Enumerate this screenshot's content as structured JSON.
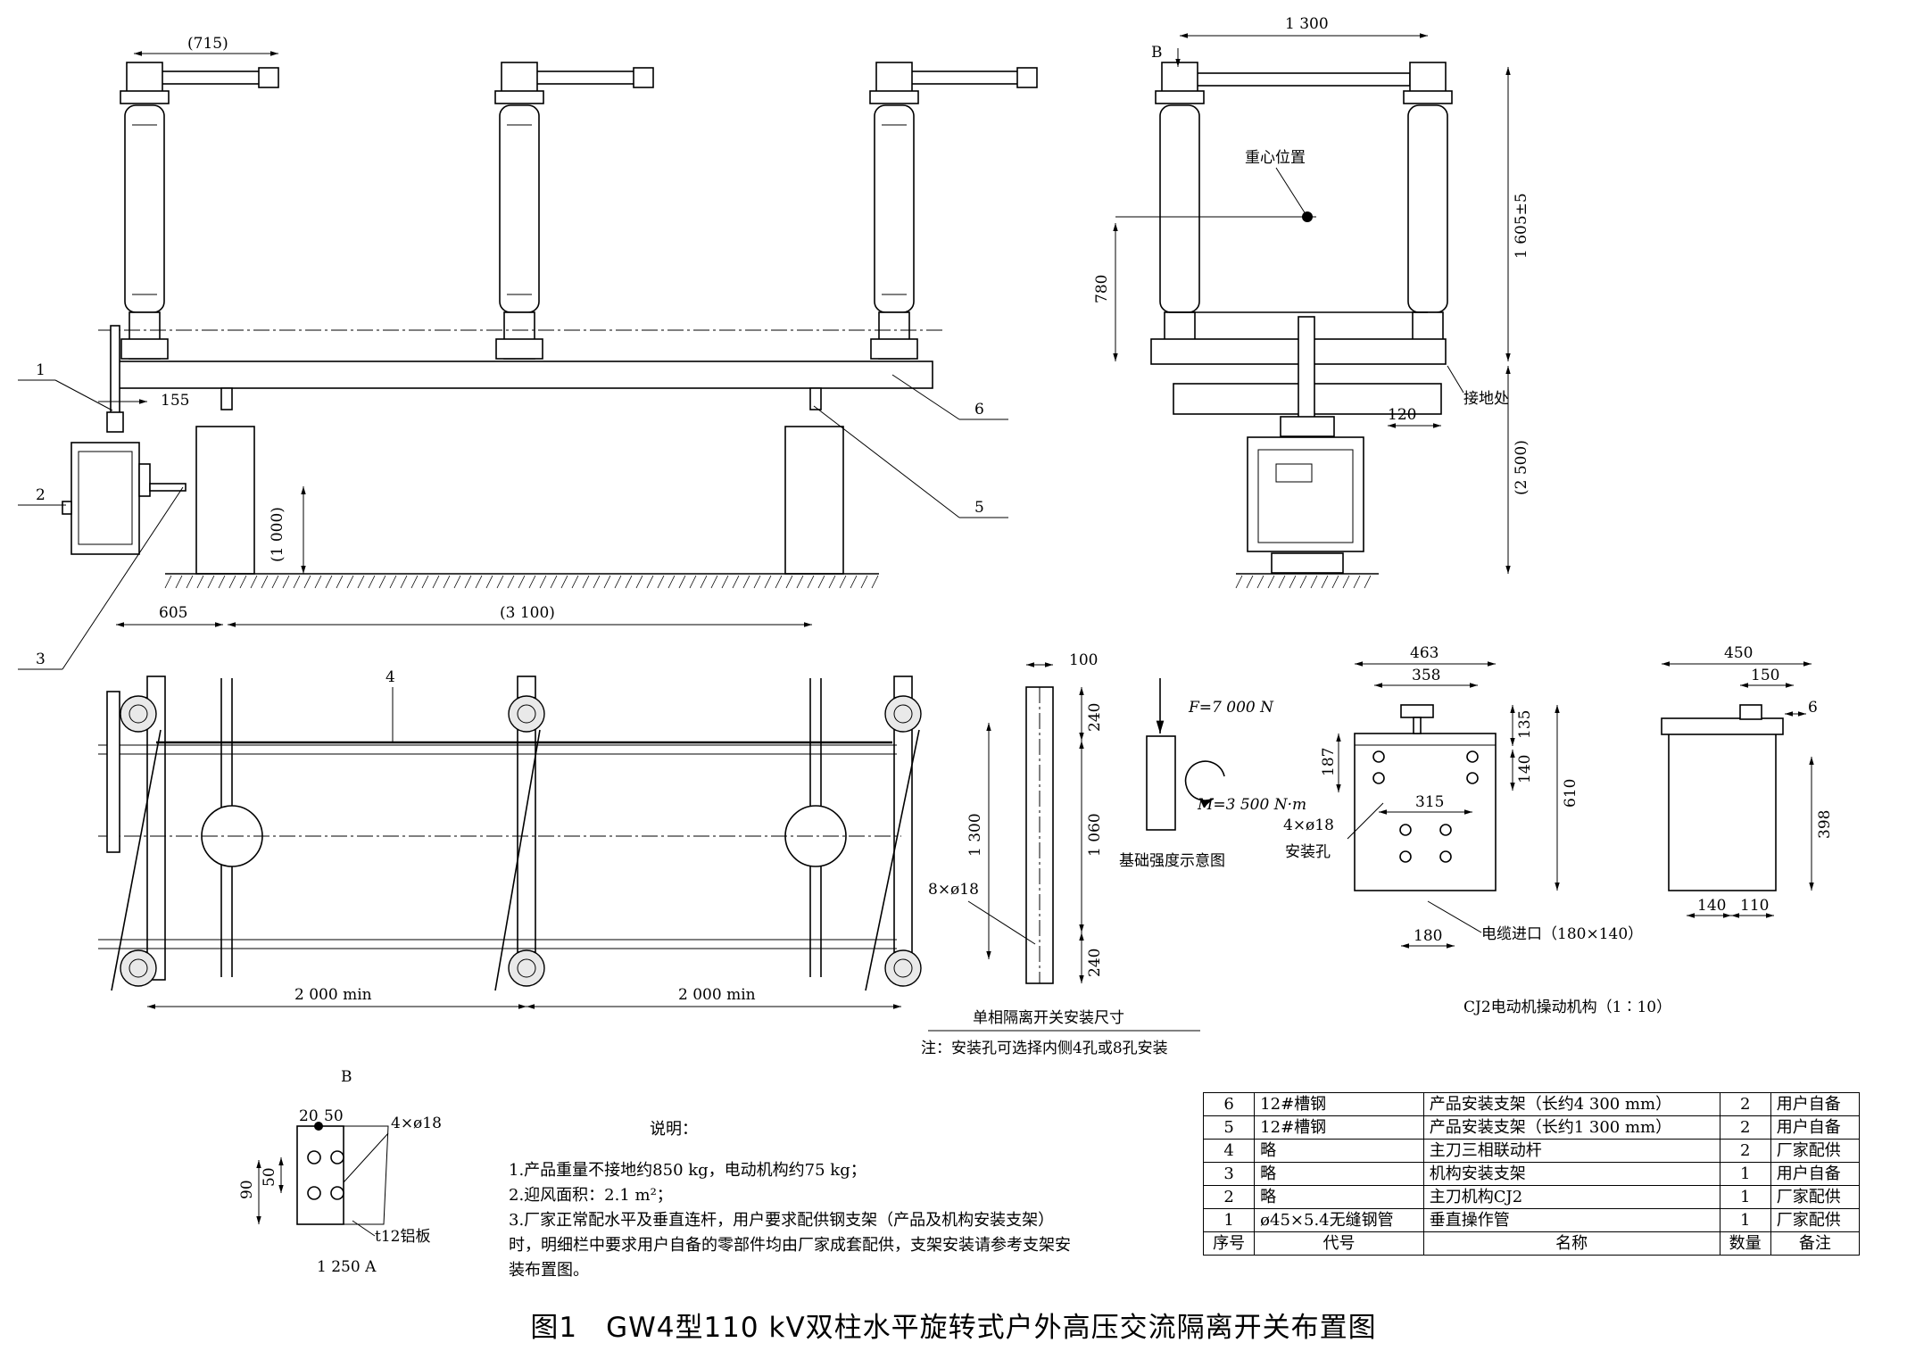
{
  "caption": "图1　GW4型110 kV双柱水平旋转式户外高压交流隔离开关布置图",
  "front_view": {
    "dims": {
      "arm": "(715)",
      "left_offset": "155",
      "op_height": "(1 000)",
      "left_span": "605",
      "span": "(3 100)"
    },
    "callouts": [
      "1",
      "2",
      "3",
      "4",
      "5",
      "6"
    ]
  },
  "side_view": {
    "dims": {
      "width": "1 300",
      "height": "1 605±5",
      "cg_height": "780",
      "ground_offset": "120",
      "total_height": "(2 500)"
    },
    "labels": {
      "view_b": "B",
      "cg": "重心位置",
      "ground": "接地处"
    }
  },
  "plan_view": {
    "dims": {
      "phase_gap_1": "2 000 min",
      "phase_gap_2": "2 000 min"
    }
  },
  "mount_view": {
    "dims": {
      "width": "100",
      "end_1": "240",
      "span": "1 300",
      "mid": "1 060",
      "end_2": "240"
    },
    "hole_label": "8×ø18",
    "title": "单相隔离开关安装尺寸",
    "note": "注：安装孔可选择内侧4孔或8孔安装"
  },
  "foundation": {
    "force": "F=7 000 N",
    "moment": "M=3 500 N·m",
    "title": "基础强度示意图"
  },
  "mechanism_front": {
    "dims": {
      "outer": "463",
      "inner": "358",
      "hole_span": "315",
      "left_v": "187",
      "top_v": "135",
      "mid_v": "140",
      "height": "610",
      "bottom": "180"
    },
    "hole_label": "4×ø18",
    "hole_name": "安装孔",
    "cable": "电缆进口（180×140）"
  },
  "mechanism_side": {
    "dims": {
      "outer": "450",
      "inner": "150",
      "edge": "6",
      "height": "398",
      "bottom_1": "140",
      "bottom_2": "110"
    },
    "title": "CJ2电动机操动机构（1∶10）"
  },
  "detail_b": {
    "title": "B",
    "dims": {
      "a": "20",
      "b": "50",
      "outer_v": "90",
      "inner_v": "50"
    },
    "hole_label": "4×ø18",
    "plate": "t12铝板",
    "rating": "1 250 A"
  },
  "notes": {
    "title": "说明：",
    "items": [
      "1.产品重量不接地约850 kg，电动机构约75 kg；",
      "2.迎风面积：2.1 m²；",
      "3.厂家正常配水平及垂直连杆，用户要求配供钢支架（产品及机构安装支架）时，明细栏中要求用户自备的零部件均由厂家成套配供，支架安装请参考支架安装布置图。"
    ]
  },
  "parts_table": {
    "headers": [
      "序号",
      "代号",
      "名称",
      "数量",
      "备注"
    ],
    "rows": [
      [
        "6",
        "12#槽钢",
        "产品安装支架（长约4 300 mm）",
        "2",
        "用户自备"
      ],
      [
        "5",
        "12#槽钢",
        "产品安装支架（长约1 300 mm）",
        "2",
        "用户自备"
      ],
      [
        "4",
        "略",
        "主刀三相联动杆",
        "2",
        "厂家配供"
      ],
      [
        "3",
        "略",
        "机构安装支架",
        "1",
        "用户自备"
      ],
      [
        "2",
        "略",
        "主刀机构CJ2",
        "1",
        "厂家配供"
      ],
      [
        "1",
        "ø45×5.4无缝钢管",
        "垂直操作管",
        "1",
        "厂家配供"
      ]
    ]
  }
}
